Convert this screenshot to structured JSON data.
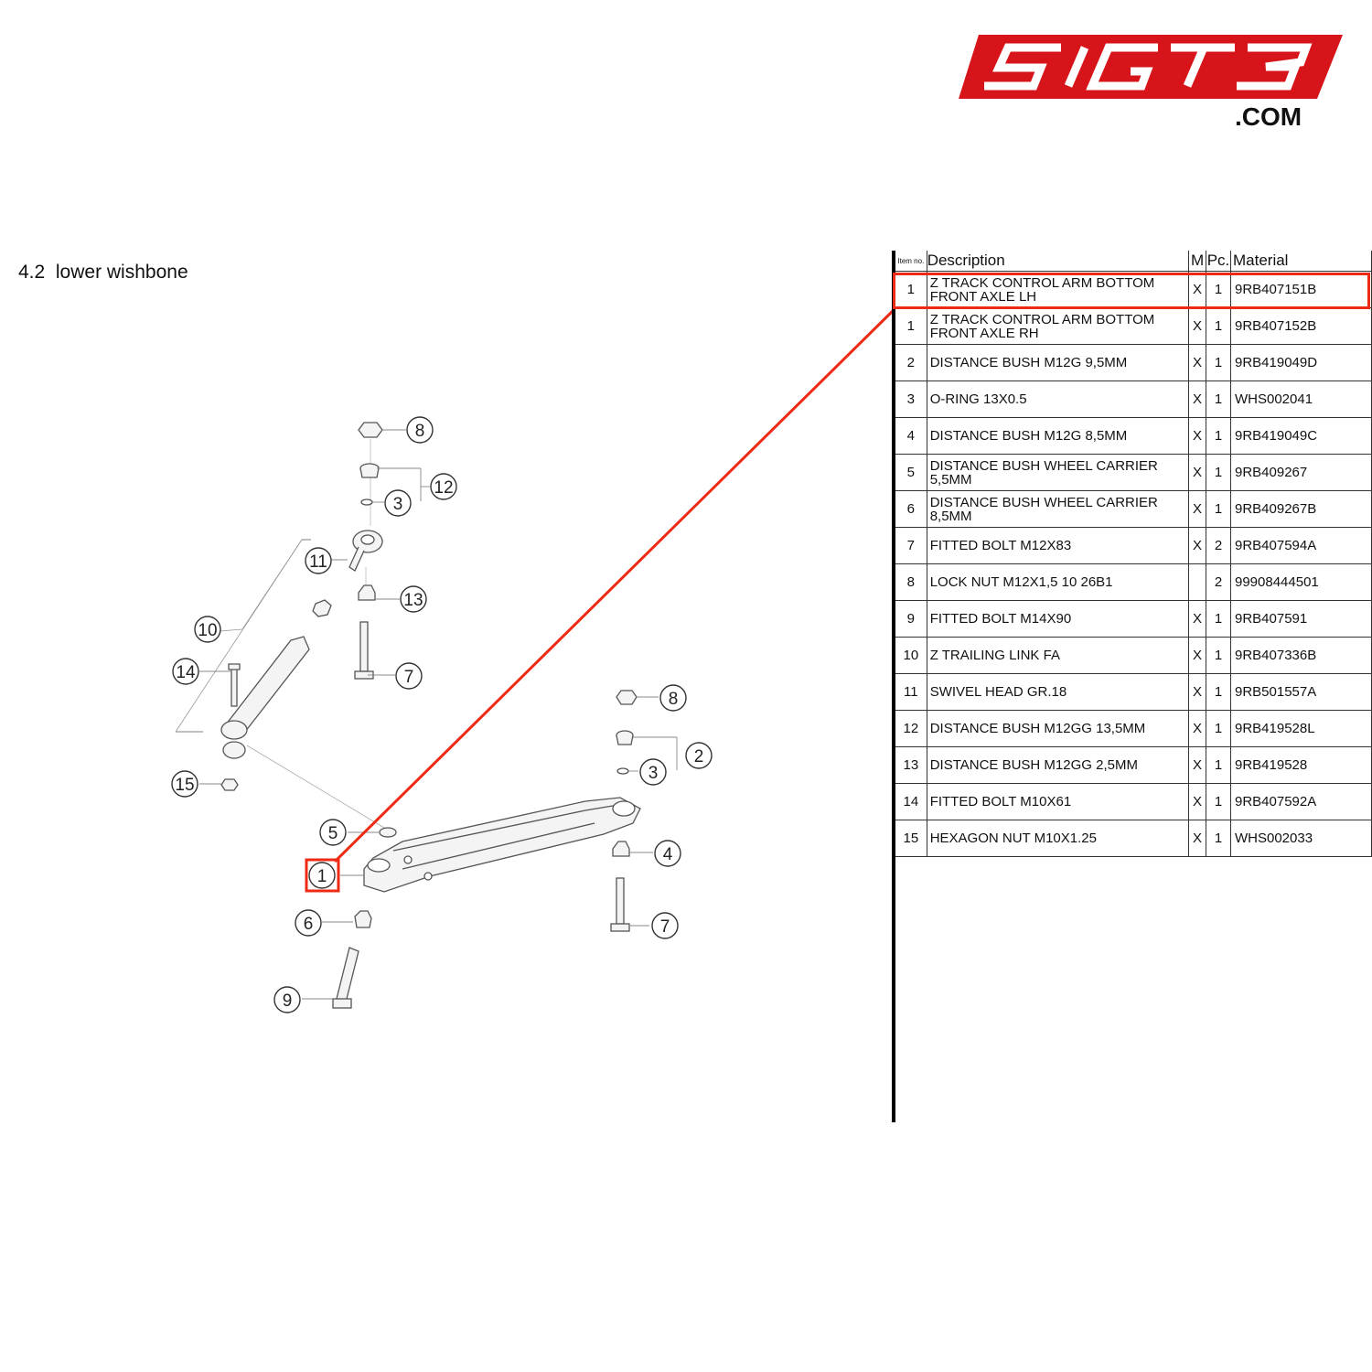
{
  "logo": {
    "brand": "51GT3",
    "suffix": ".COM",
    "accent_color": "#d7141a"
  },
  "section": {
    "number": "4.2",
    "title": "lower wishbone"
  },
  "table": {
    "headers": {
      "item": "Item no.",
      "description": "Description",
      "m": "M",
      "pc": "Pc.",
      "material": "Material"
    },
    "rows": [
      {
        "item": "1",
        "description": "Z TRACK CONTROL ARM BOTTOM FRONT AXLE LH",
        "m": "X",
        "pc": "1",
        "material": "9RB407151B"
      },
      {
        "item": "1",
        "description": "Z TRACK CONTROL ARM BOTTOM FRONT AXLE RH",
        "m": "X",
        "pc": "1",
        "material": "9RB407152B"
      },
      {
        "item": "2",
        "description": "DISTANCE BUSH M12G 9,5MM",
        "m": "X",
        "pc": "1",
        "material": "9RB419049D"
      },
      {
        "item": "3",
        "description": "O-RING 13X0.5",
        "m": "X",
        "pc": "1",
        "material": "WHS002041"
      },
      {
        "item": "4",
        "description": "DISTANCE BUSH M12G 8,5MM",
        "m": "X",
        "pc": "1",
        "material": "9RB419049C"
      },
      {
        "item": "5",
        "description": "DISTANCE BUSH WHEEL CARRIER 5,5MM",
        "m": "X",
        "pc": "1",
        "material": "9RB409267"
      },
      {
        "item": "6",
        "description": "DISTANCE BUSH WHEEL CARRIER 8,5MM",
        "m": "X",
        "pc": "1",
        "material": "9RB409267B"
      },
      {
        "item": "7",
        "description": "FITTED BOLT M12X83",
        "m": "X",
        "pc": "2",
        "material": "9RB407594A"
      },
      {
        "item": "8",
        "description": "LOCK NUT M12X1,5 10 26B1",
        "m": "",
        "pc": "2",
        "material": "99908444501"
      },
      {
        "item": "9",
        "description": "FITTED BOLT M14X90",
        "m": "X",
        "pc": "1",
        "material": "9RB407591"
      },
      {
        "item": "10",
        "description": "Z TRAILING LINK FA",
        "m": "X",
        "pc": "1",
        "material": "9RB407336B"
      },
      {
        "item": "11",
        "description": "SWIVEL HEAD GR.18",
        "m": "X",
        "pc": "1",
        "material": "9RB501557A"
      },
      {
        "item": "12",
        "description": "DISTANCE BUSH M12GG 13,5MM",
        "m": "X",
        "pc": "1",
        "material": "9RB419528L"
      },
      {
        "item": "13",
        "description": "DISTANCE BUSH M12GG 2,5MM",
        "m": "X",
        "pc": "1",
        "material": "9RB419528"
      },
      {
        "item": "14",
        "description": "FITTED BOLT M10X61",
        "m": "X",
        "pc": "1",
        "material": "9RB407592A"
      },
      {
        "item": "15",
        "description": "HEXAGON NUT M10X1.25",
        "m": "X",
        "pc": "1",
        "material": "WHS002033"
      }
    ]
  },
  "diagram": {
    "callouts": [
      "8",
      "12",
      "3",
      "11",
      "13",
      "10",
      "14",
      "7",
      "15",
      "8",
      "2",
      "3",
      "5",
      "4",
      "1",
      "6",
      "7",
      "9"
    ],
    "highlight_color": "#ee2a14",
    "highlighted_item": "1"
  }
}
